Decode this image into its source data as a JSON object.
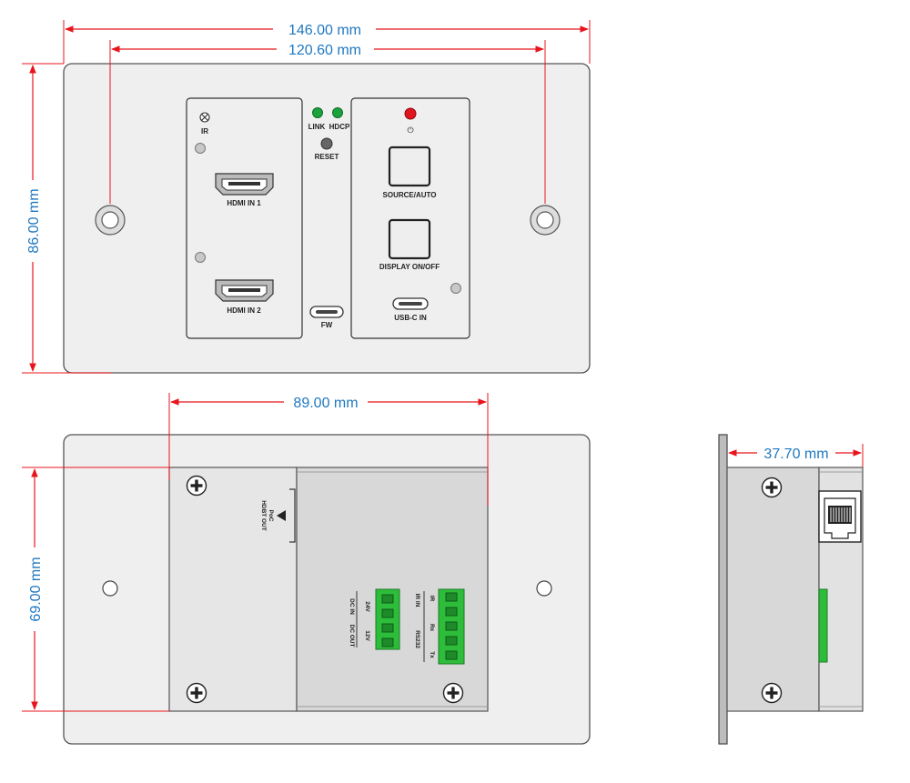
{
  "dimensions": {
    "front_width": "146.00 mm",
    "front_hole_spacing": "120.60 mm",
    "front_height": "86.00 mm",
    "rear_module_width": "89.00 mm",
    "rear_module_height": "69.00 mm",
    "side_depth": "37.70 mm"
  },
  "front_panel": {
    "ir_label": "IR",
    "hdmi_in_1": "HDMI IN 1",
    "hdmi_in_2": "HDMI IN 2",
    "link_label": "LINK",
    "hdcp_label": "HDCP",
    "reset_label": "RESET",
    "fw_label": "FW",
    "source_label": "SOURCE/AUTO",
    "display_label": "DISPLAY ON/OFF",
    "usbc_label": "USB-C IN",
    "power_symbol": "⏻"
  },
  "rear_panel": {
    "hdbt_line1": "PoC",
    "hdbt_line2": "HDBT OUT",
    "dc_in": "DC IN",
    "dc_out": "DC OUT",
    "v24": "24V",
    "v12": "12V",
    "ir_in": "IR IN",
    "rs232": "RS232",
    "ir_pin": "IR",
    "rx": "Rx",
    "tx": "Tx"
  },
  "colors": {
    "dimension_line": "#e8141c",
    "dimension_text": "#1f78c1",
    "panel_fill": "#efefef",
    "led_green": "#1aa33c",
    "led_red": "#e0141c",
    "terminal_green": "#2ebd3a"
  }
}
